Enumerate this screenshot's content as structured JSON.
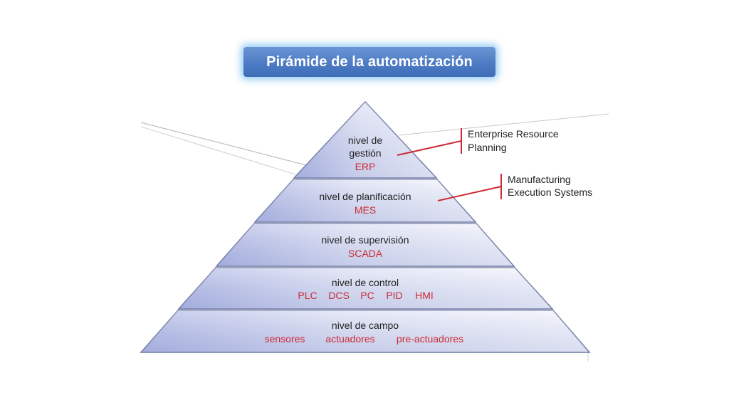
{
  "title": "Pirámide de la automatización",
  "levels": [
    {
      "lines": [
        "nivel de",
        "gestión"
      ],
      "code": "ERP"
    },
    {
      "lines": [
        "nivel de planificación"
      ],
      "code": "MES"
    },
    {
      "lines": [
        "nivel de supervisión"
      ],
      "code": "SCADA"
    },
    {
      "lines": [
        "nivel de control"
      ],
      "items": [
        "PLC",
        "DCS",
        "PC",
        "PID",
        "HMI"
      ]
    },
    {
      "lines": [
        "nivel de campo"
      ],
      "items": [
        "sensores",
        "actuadores",
        "pre-actuadores"
      ]
    }
  ],
  "callouts": [
    {
      "lines": [
        "Enterprise Resource",
        "Planning"
      ]
    },
    {
      "lines": [
        "Manufacturing",
        "Execution Systems"
      ]
    }
  ],
  "colors": {
    "accent_red": "#cc2b35",
    "title_blue": "#4d7bc4",
    "band_light": "#e8ecf7",
    "band_dark": "#b9c1e6"
  }
}
